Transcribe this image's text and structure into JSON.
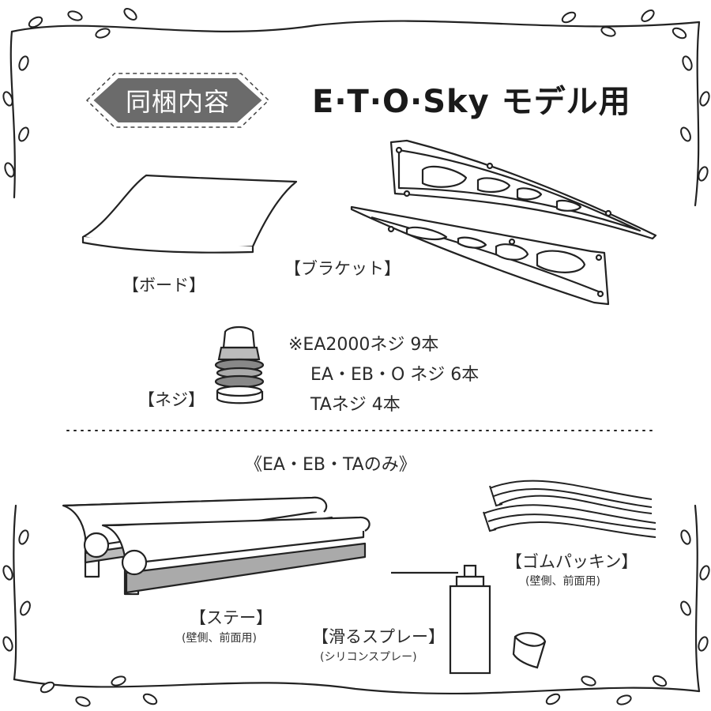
{
  "badge": {
    "text": "同梱内容"
  },
  "title": "E·T·O·Sky モデル用",
  "parts": {
    "board": "【ボード】",
    "bracket": "【ブラケット】",
    "screw": "【ネジ】",
    "stay": "【ステー】",
    "stay_note": "(壁側、前面用)",
    "gasket": "【ゴムパッキン】",
    "gasket_note": "(壁側、前面用)",
    "spray": "【滑るスプレー】",
    "spray_note": "(シリコンスプレー)"
  },
  "screw_notes": [
    "※EA2000ネジ 9本",
    "EA・EB・O ネジ 6本",
    "TAネジ 4本"
  ],
  "section_heading": "《EA・EB・TAのみ》"
}
